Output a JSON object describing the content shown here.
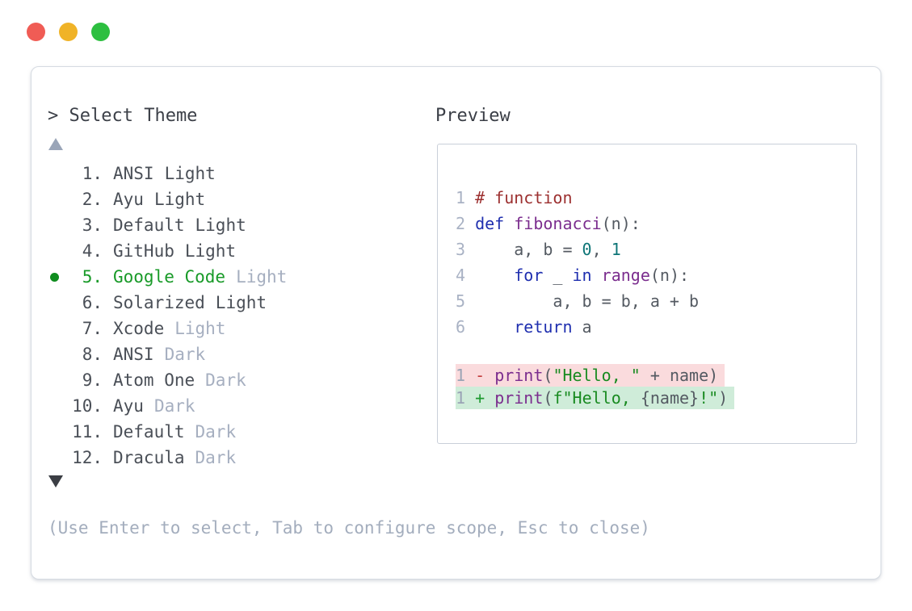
{
  "window": {
    "traffic_lights": [
      {
        "icon": "close-icon",
        "color": "#f05c55"
      },
      {
        "icon": "minimize-icon",
        "color": "#f0b327"
      },
      {
        "icon": "maximize-icon",
        "color": "#2dbf40"
      }
    ]
  },
  "header": {
    "prompt_title": "> Select Theme",
    "preview_label": "Preview"
  },
  "theme_list": {
    "items": [
      {
        "number": "1.",
        "name": "ANSI",
        "variant": "Light",
        "variant_muted": false,
        "selected": false
      },
      {
        "number": "2.",
        "name": "Ayu",
        "variant": "Light",
        "variant_muted": false,
        "selected": false
      },
      {
        "number": "3.",
        "name": "Default",
        "variant": "Light",
        "variant_muted": false,
        "selected": false
      },
      {
        "number": "4.",
        "name": "GitHub",
        "variant": "Light",
        "variant_muted": false,
        "selected": false
      },
      {
        "number": "5.",
        "name": "Google Code",
        "variant": "Light",
        "variant_muted": true,
        "selected": true
      },
      {
        "number": "6.",
        "name": "Solarized",
        "variant": "Light",
        "variant_muted": false,
        "selected": false
      },
      {
        "number": "7.",
        "name": "Xcode",
        "variant": "Light",
        "variant_muted": true,
        "selected": false
      },
      {
        "number": "8.",
        "name": "ANSI",
        "variant": "Dark",
        "variant_muted": true,
        "selected": false
      },
      {
        "number": "9.",
        "name": "Atom One",
        "variant": "Dark",
        "variant_muted": true,
        "selected": false
      },
      {
        "number": "10.",
        "name": "Ayu",
        "variant": "Dark",
        "variant_muted": true,
        "selected": false
      },
      {
        "number": "11.",
        "name": "Default",
        "variant": "Dark",
        "variant_muted": true,
        "selected": false
      },
      {
        "number": "12.",
        "name": "Dracula",
        "variant": "Dark",
        "variant_muted": true,
        "selected": false
      }
    ]
  },
  "preview": {
    "code_lines": [
      {
        "num": "1",
        "tokens": [
          {
            "t": "comment",
            "s": "# function"
          }
        ]
      },
      {
        "num": "2",
        "tokens": [
          {
            "t": "kw",
            "s": "def"
          },
          {
            "t": "plain",
            "s": " "
          },
          {
            "t": "fn",
            "s": "fibonacci"
          },
          {
            "t": "plain",
            "s": "(n):"
          }
        ]
      },
      {
        "num": "3",
        "tokens": [
          {
            "t": "plain",
            "s": "    a, b = "
          },
          {
            "t": "num",
            "s": "0"
          },
          {
            "t": "plain",
            "s": ", "
          },
          {
            "t": "num",
            "s": "1"
          }
        ]
      },
      {
        "num": "4",
        "tokens": [
          {
            "t": "plain",
            "s": "    "
          },
          {
            "t": "kw",
            "s": "for"
          },
          {
            "t": "plain",
            "s": " _ "
          },
          {
            "t": "kw",
            "s": "in"
          },
          {
            "t": "plain",
            "s": " "
          },
          {
            "t": "fn",
            "s": "range"
          },
          {
            "t": "plain",
            "s": "(n):"
          }
        ]
      },
      {
        "num": "5",
        "tokens": [
          {
            "t": "plain",
            "s": "        a, b = b, a + b"
          }
        ]
      },
      {
        "num": "6",
        "tokens": [
          {
            "t": "plain",
            "s": "    "
          },
          {
            "t": "kw",
            "s": "return"
          },
          {
            "t": "plain",
            "s": " a"
          }
        ]
      }
    ],
    "diff_lines": [
      {
        "num": "1",
        "kind": "del",
        "bg": "#fadbdd",
        "tokens": [
          {
            "t": "minus",
            "s": "- "
          },
          {
            "t": "fn",
            "s": "print"
          },
          {
            "t": "plain",
            "s": "("
          },
          {
            "t": "str",
            "s": "\"Hello, \""
          },
          {
            "t": "plain",
            "s": " + name)"
          }
        ]
      },
      {
        "num": "1",
        "kind": "add",
        "bg": "#cfecd9",
        "tokens": [
          {
            "t": "plus",
            "s": "+ "
          },
          {
            "t": "fn",
            "s": "print"
          },
          {
            "t": "plain",
            "s": "("
          },
          {
            "t": "str",
            "s": "f\"Hello, "
          },
          {
            "t": "plain",
            "s": "{name}"
          },
          {
            "t": "str",
            "s": "!\""
          },
          {
            "t": "plain",
            "s": ")"
          }
        ]
      }
    ]
  },
  "footer": {
    "help_text": "(Use Enter to select, Tab to configure scope, Esc to close)"
  },
  "colors": {
    "accent_green": "#189a28",
    "bullet_green": "#0f8c1e",
    "muted": "#a6afc0",
    "keyword": "#1f2faf",
    "function": "#7b2d8e",
    "comment": "#9c3030",
    "number_literal": "#0e7577",
    "string": "#188a20",
    "diff_minus": "#c23b3b",
    "diff_plus": "#1d9a2f",
    "diff_del_bg": "#fadbdd",
    "diff_add_bg": "#cfecd9",
    "traffic_red": "#f05c55",
    "traffic_yellow": "#f0b327",
    "traffic_green": "#2dbf40"
  }
}
